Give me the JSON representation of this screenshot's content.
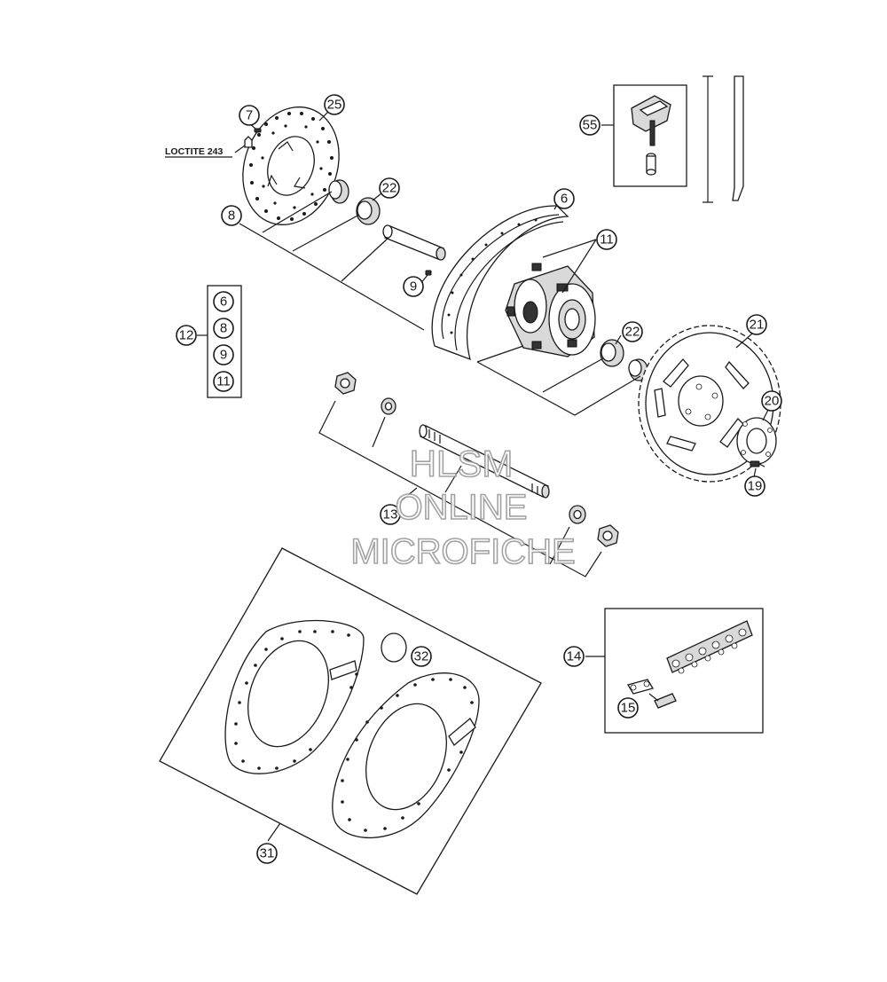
{
  "watermark": {
    "line1": "HLSM",
    "line2": "ONLINE",
    "line3": "MICROFICHE"
  },
  "note": "LOCTITE 243",
  "callouts": {
    "c7": "7",
    "c25": "25",
    "c22a": "22",
    "c8": "8",
    "c9": "9",
    "c6": "6",
    "c11": "11",
    "c55": "55",
    "c12": "12",
    "c22b": "22",
    "c21": "21",
    "c20": "20",
    "c19": "19",
    "c13": "13",
    "c32": "32",
    "c14": "14",
    "c15": "15",
    "c31": "31"
  },
  "kit12": {
    "a": "6",
    "b": "8",
    "c": "9",
    "d": "11"
  }
}
